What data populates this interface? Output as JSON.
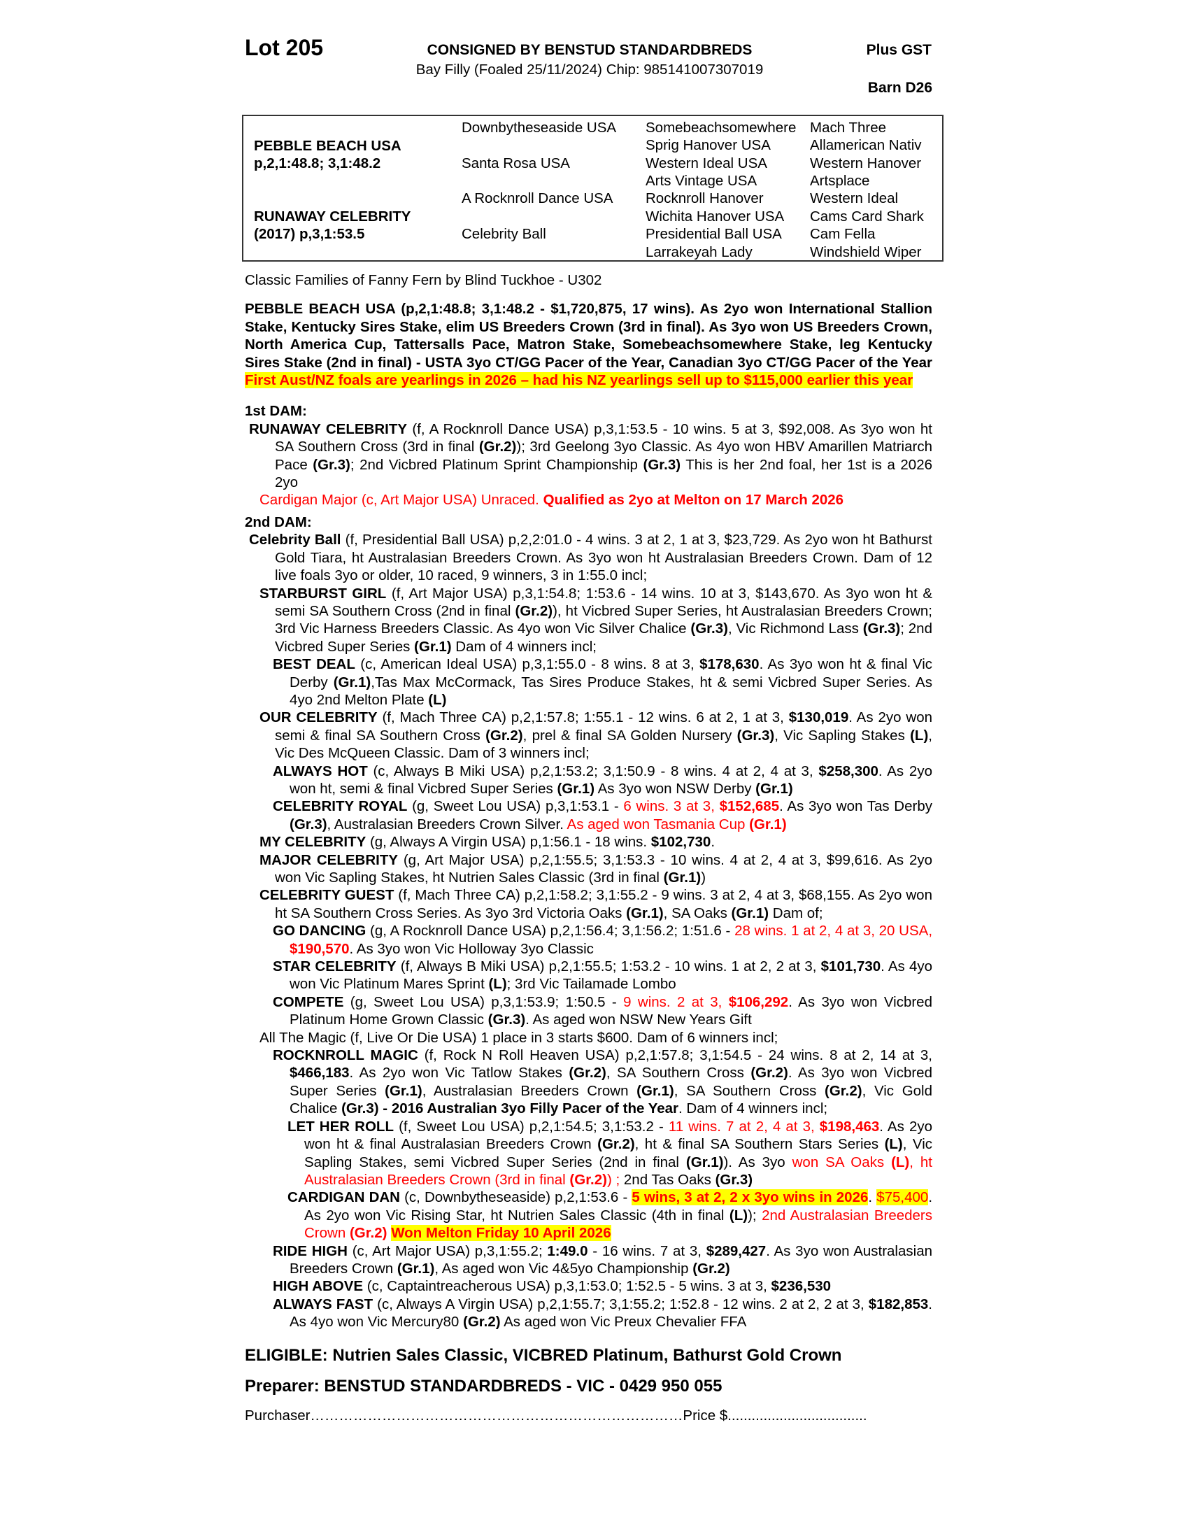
{
  "header": {
    "lot": "Lot 205",
    "consigned": "CONSIGNED BY BENSTUD STANDARDBREDS",
    "subtitle": "Bay Filly (Foaled 25/11/2024) Chip: 985141007307019",
    "gst": "Plus GST",
    "barn": "Barn D26"
  },
  "pedigree": {
    "sire": "PEBBLE BEACH USA",
    "sire_record": "p,2,1:48.8; 3,1:48.2",
    "dam": "RUNAWAY CELEBRITY",
    "dam_record": "(2017) p,3,1:53.5",
    "gen2": [
      "Downbytheseaside USA",
      "Santa Rosa USA",
      "A Rocknroll Dance USA",
      "Celebrity Ball"
    ],
    "gen3": [
      "Somebeachsomewhere",
      "Sprig Hanover USA",
      "Western Ideal USA",
      "Arts Vintage USA",
      "Rocknroll Hanover",
      "Wichita Hanover USA",
      "Presidential Ball USA",
      "Larrakeyah Lady"
    ],
    "gen4": [
      "Mach Three",
      "Allamerican Nativ",
      "Western Hanover",
      "Artsplace",
      "Western Ideal",
      "Cams Card Shark",
      "Cam Fella",
      "Windshield Wiper"
    ]
  },
  "family": "Classic Families of Fanny Fern by Blind Tuckhoe - U302",
  "sire_para": [
    {
      "t": "PEBBLE BEACH USA (p,2,1:48.8; 3,1:48.2 - $1,720,875, 17 wins). As 2yo won International Stallion Stake, Kentucky Sires Stake, elim US Breeders Crown (3rd in final). As 3yo won US Breeders Crown, North America Cup, Tattersalls Pace, Matron Stake, Somebeachsomewhere Stake, leg Kentucky Sires Stake (2nd in final) - USTA 3yo CT/GG Pacer of the Year, Canadian 3yo CT/GG Pacer of the Year ",
      "s": "b"
    },
    {
      "t": "First Aust/NZ foals are yearlings in 2026 – had his NZ yearlings sell up to $115,000 earlier this year",
      "s": "brh"
    }
  ],
  "dam1_heading": "1st DAM:",
  "dam1": [
    {
      "lvl": "L0",
      "segs": [
        {
          "t": "RUNAWAY CELEBRITY",
          "s": "b"
        },
        {
          "t": " (f, A Rocknroll Dance USA) p,3,1:53.5 - 10 wins. 5 at 3, $92,008. As 3yo won ht SA Southern Cross (3rd in final ",
          "s": ""
        },
        {
          "t": "(Gr.2)",
          "s": "b"
        },
        {
          "t": "); 3rd Geelong 3yo Classic. As 4yo won HBV Amarillen Matriarch Pace ",
          "s": ""
        },
        {
          "t": "(Gr.3)",
          "s": "b"
        },
        {
          "t": "; 2nd Vicbred Platinum Sprint Championship ",
          "s": ""
        },
        {
          "t": "(Gr.3)",
          "s": "b"
        },
        {
          "t": " This is her 2nd foal, her 1st is a 2026 2yo",
          "s": ""
        }
      ]
    },
    {
      "lvl": "LR",
      "segs": [
        {
          "t": "Cardigan Major (c, Art Major USA) Unraced. ",
          "s": "r"
        },
        {
          "t": "Qualified as 2yo at Melton on 17 March 2026",
          "s": "br"
        }
      ]
    }
  ],
  "dam2_heading": "2nd DAM:",
  "dam2": [
    {
      "lvl": "L0",
      "segs": [
        {
          "t": "Celebrity Ball",
          "s": "b"
        },
        {
          "t": " (f, Presidential Ball USA) p,2,2:01.0 - 4 wins. 3 at 2, 1 at 3, $23,729. As 2yo won ht Bathurst Gold Tiara, ht Australasian Breeders Crown. As 3yo won ht Australasian Breeders Crown. Dam of 12 live foals 3yo or older, 10 raced, 9 winners, 3 in 1:55.0 incl;",
          "s": ""
        }
      ]
    },
    {
      "lvl": "L1",
      "segs": [
        {
          "t": "STARBURST GIRL",
          "s": "b"
        },
        {
          "t": " (f, Art Major USA) p,3,1:54.8; 1:53.6 - 14 wins. 10 at 3, $143,670. As 3yo won ht & semi SA Southern Cross (2nd in final ",
          "s": ""
        },
        {
          "t": "(Gr.2)",
          "s": "b"
        },
        {
          "t": "), ht Vicbred Super Series, ht Australasian Breeders Crown; 3rd Vic Harness Breeders Classic. As 4yo won Vic Silver Chalice ",
          "s": ""
        },
        {
          "t": "(Gr.3)",
          "s": "b"
        },
        {
          "t": ", Vic Richmond Lass ",
          "s": ""
        },
        {
          "t": "(Gr.3)",
          "s": "b"
        },
        {
          "t": "; 2nd Vicbred Super Series ",
          "s": ""
        },
        {
          "t": "(Gr.1)",
          "s": "b"
        },
        {
          "t": " Dam of 4 winners incl;",
          "s": ""
        }
      ]
    },
    {
      "lvl": "L2",
      "segs": [
        {
          "t": "BEST DEAL",
          "s": "b"
        },
        {
          "t": " (c, American Ideal USA) p,3,1:55.0 - 8 wins. 8 at 3, ",
          "s": ""
        },
        {
          "t": "$178,630",
          "s": "b"
        },
        {
          "t": ". As 3yo won ht & final Vic Derby ",
          "s": ""
        },
        {
          "t": "(Gr.1)",
          "s": "b"
        },
        {
          "t": ",Tas Max McCormack, Tas Sires Produce Stakes, ht & semi Vicbred Super Series. As 4yo 2nd Melton Plate ",
          "s": ""
        },
        {
          "t": "(L)",
          "s": "b"
        }
      ]
    },
    {
      "lvl": "L1",
      "segs": [
        {
          "t": "OUR CELEBRITY",
          "s": "b"
        },
        {
          "t": " (f, Mach Three CA) p,2,1:57.8; 1:55.1 - 12 wins. 6 at 2, 1 at 3, ",
          "s": ""
        },
        {
          "t": "$130,019",
          "s": "b"
        },
        {
          "t": ". As 2yo won semi & final SA Southern Cross ",
          "s": ""
        },
        {
          "t": "(Gr.2)",
          "s": "b"
        },
        {
          "t": ", prel & final SA Golden Nursery ",
          "s": ""
        },
        {
          "t": "(Gr.3)",
          "s": "b"
        },
        {
          "t": ", Vic Sapling Stakes ",
          "s": ""
        },
        {
          "t": "(L)",
          "s": "b"
        },
        {
          "t": ", Vic Des McQueen Classic. Dam of 3 winners incl;",
          "s": ""
        }
      ]
    },
    {
      "lvl": "L2",
      "segs": [
        {
          "t": "ALWAYS HOT",
          "s": "b"
        },
        {
          "t": " (c, Always B Miki USA) p,2,1:53.2; 3,1:50.9 - 8 wins. 4 at 2, 4 at 3, ",
          "s": ""
        },
        {
          "t": "$258,300",
          "s": "b"
        },
        {
          "t": ". As 2yo won ht, semi & final Vicbred Super Series ",
          "s": ""
        },
        {
          "t": "(Gr.1)",
          "s": "b"
        },
        {
          "t": " As 3yo won NSW Derby ",
          "s": ""
        },
        {
          "t": "(Gr.1)",
          "s": "b"
        }
      ]
    },
    {
      "lvl": "L2",
      "segs": [
        {
          "t": "CELEBRITY ROYAL",
          "s": "b"
        },
        {
          "t": " (g, Sweet Lou USA) p,3,1:53.1 - ",
          "s": ""
        },
        {
          "t": "6 wins. 3 at 3, ",
          "s": "r"
        },
        {
          "t": "$152,685",
          "s": "br"
        },
        {
          "t": ". As 3yo won Tas Derby ",
          "s": ""
        },
        {
          "t": "(Gr.3)",
          "s": "b"
        },
        {
          "t": ", Australasian Breeders Crown Silver. ",
          "s": ""
        },
        {
          "t": "As aged won Tasmania Cup ",
          "s": "r"
        },
        {
          "t": "(Gr.1)",
          "s": "br"
        }
      ]
    },
    {
      "lvl": "L1",
      "segs": [
        {
          "t": "MY CELEBRITY",
          "s": "b"
        },
        {
          "t": " (g, Always A Virgin USA) p,1:56.1 - 18 wins. ",
          "s": ""
        },
        {
          "t": "$102,730",
          "s": "b"
        },
        {
          "t": ".",
          "s": ""
        }
      ]
    },
    {
      "lvl": "L1",
      "segs": [
        {
          "t": "MAJOR CELEBRITY",
          "s": "b"
        },
        {
          "t": " (g, Art Major USA) p,2,1:55.5; 3,1:53.3 - 10 wins. 4 at 2, 4 at 3, $99,616. As 2yo won Vic Sapling Stakes, ht Nutrien Sales Classic (3rd in final ",
          "s": ""
        },
        {
          "t": "(Gr.1)",
          "s": "b"
        },
        {
          "t": ")",
          "s": ""
        }
      ]
    },
    {
      "lvl": "L1",
      "segs": [
        {
          "t": "CELEBRITY GUEST",
          "s": "b"
        },
        {
          "t": " (f, Mach Three CA) p,2,1:58.2; 3,1:55.2 - 9 wins. 3 at 2, 4 at 3, $68,155. As 2yo won ht SA Southern Cross Series. As 3yo 3rd Victoria Oaks ",
          "s": ""
        },
        {
          "t": "(Gr.1)",
          "s": "b"
        },
        {
          "t": ", SA Oaks ",
          "s": ""
        },
        {
          "t": "(Gr.1)",
          "s": "b"
        },
        {
          "t": " Dam of;",
          "s": ""
        }
      ]
    },
    {
      "lvl": "L2",
      "segs": [
        {
          "t": "GO DANCING",
          "s": "b"
        },
        {
          "t": " (g, A Rocknroll Dance USA) p,2,1:56.4; 3,1:56.2; 1:51.6 -  ",
          "s": ""
        },
        {
          "t": "28 wins. 1 at 2, 4 at 3, 20 USA, ",
          "s": "r"
        },
        {
          "t": "$190,570",
          "s": "br"
        },
        {
          "t": ". As 3yo won Vic Holloway 3yo Classic",
          "s": ""
        }
      ]
    },
    {
      "lvl": "L2",
      "segs": [
        {
          "t": "STAR CELEBRITY",
          "s": "b"
        },
        {
          "t": " (f, Always B Miki USA) p,2,1:55.5; 1:53.2 - 10 wins. 1 at 2, 2 at 3, ",
          "s": ""
        },
        {
          "t": "$101,730",
          "s": "b"
        },
        {
          "t": ". As 4yo won Vic Platinum Mares Sprint ",
          "s": ""
        },
        {
          "t": "(L)",
          "s": "b"
        },
        {
          "t": "; 3rd Vic Tailamade Lombo",
          "s": ""
        }
      ]
    },
    {
      "lvl": "L2",
      "segs": [
        {
          "t": "COMPETE",
          "s": "b"
        },
        {
          "t": " (g, Sweet Lou USA) p,3,1:53.9; 1:50.5 - ",
          "s": ""
        },
        {
          "t": "9 wins. 2 at 3, ",
          "s": "r"
        },
        {
          "t": "$106,292",
          "s": "br"
        },
        {
          "t": ". As 3yo won Vicbred Platinum Home Grown Classic ",
          "s": ""
        },
        {
          "t": "(Gr.3)",
          "s": "b"
        },
        {
          "t": ". As aged won NSW New Years Gift",
          "s": ""
        }
      ]
    },
    {
      "lvl": "L1",
      "segs": [
        {
          "t": "All The Magic (f, Live Or Die USA) 1 place in 3 starts $600. Dam of 6 winners incl;",
          "s": ""
        }
      ]
    },
    {
      "lvl": "L2",
      "segs": [
        {
          "t": "ROCKNROLL MAGIC",
          "s": "b"
        },
        {
          "t": " (f, Rock N Roll Heaven USA) p,2,1:57.8; 3,1:54.5 - 24 wins. 8 at 2, 14 at 3, ",
          "s": ""
        },
        {
          "t": "$466,183",
          "s": "b"
        },
        {
          "t": ". As 2yo won Vic Tatlow Stakes ",
          "s": ""
        },
        {
          "t": "(Gr.2)",
          "s": "b"
        },
        {
          "t": ", SA Southern Cross ",
          "s": ""
        },
        {
          "t": "(Gr.2)",
          "s": "b"
        },
        {
          "t": ". As 3yo won Vicbred Super Series ",
          "s": ""
        },
        {
          "t": "(Gr.1)",
          "s": "b"
        },
        {
          "t": ", Australasian Breeders Crown ",
          "s": ""
        },
        {
          "t": "(Gr.1)",
          "s": "b"
        },
        {
          "t": ", SA Southern Cross ",
          "s": ""
        },
        {
          "t": "(Gr.2)",
          "s": "b"
        },
        {
          "t": ", Vic Gold Chalice ",
          "s": ""
        },
        {
          "t": "(Gr.3) - 2016 Australian 3yo Filly Pacer of the Year",
          "s": "b"
        },
        {
          "t": ". Dam of 4 winners incl;",
          "s": ""
        }
      ]
    },
    {
      "lvl": "L3",
      "segs": [
        {
          "t": "LET HER ROLL",
          "s": "b"
        },
        {
          "t": " (f, Sweet Lou USA) p,2,1:54.5; 3,1:53.2 - ",
          "s": ""
        },
        {
          "t": "11 wins. 7 at 2, 4 at 3, ",
          "s": "r"
        },
        {
          "t": "$198,463",
          "s": "br"
        },
        {
          "t": ". As 2yo won ht & final Australasian Breeders Crown ",
          "s": ""
        },
        {
          "t": "(Gr.2)",
          "s": "b"
        },
        {
          "t": ", ht & final SA Southern Stars Series ",
          "s": ""
        },
        {
          "t": "(L)",
          "s": "b"
        },
        {
          "t": ", Vic Sapling Stakes, semi Vicbred Super Series (2nd in final ",
          "s": ""
        },
        {
          "t": "(Gr.1)",
          "s": "b"
        },
        {
          "t": "). As 3yo ",
          "s": ""
        },
        {
          "t": "won SA Oaks ",
          "s": "r"
        },
        {
          "t": "(L)",
          "s": "br"
        },
        {
          "t": ", ht Australasian Breeders Crown (3rd in final ",
          "s": "r"
        },
        {
          "t": "(Gr.2)",
          "s": "br"
        },
        {
          "t": ") ; ",
          "s": "r"
        },
        {
          "t": "2nd Tas Oaks ",
          "s": ""
        },
        {
          "t": "(Gr.3)",
          "s": "b"
        }
      ]
    },
    {
      "lvl": "L3",
      "segs": [
        {
          "t": "CARDIGAN DAN",
          "s": "b"
        },
        {
          "t": " (c, Downbytheseaside) p,2,1:53.6 - ",
          "s": ""
        },
        {
          "t": "5 wins, 3 at 2, 2 x 3yo wins in 2026",
          "s": "brh"
        },
        {
          "t": ". ",
          "s": ""
        },
        {
          "t": "$75,400",
          "s": "rh"
        },
        {
          "t": ". As 2yo won Vic Rising Star, ht Nutrien Sales Classic (4th in final ",
          "s": ""
        },
        {
          "t": "(L)",
          "s": "b"
        },
        {
          "t": "); ",
          "s": ""
        },
        {
          "t": "2nd Australasian Breeders Crown ",
          "s": "r"
        },
        {
          "t": "(Gr.2)",
          "s": "br"
        },
        {
          "t": " ",
          "s": ""
        },
        {
          "t": "Won Melton Friday 10 April 2026",
          "s": "brh"
        }
      ]
    },
    {
      "lvl": "L2",
      "segs": [
        {
          "t": "RIDE HIGH",
          "s": "b"
        },
        {
          "t": " (c, Art Major USA) p,3,1:55.2; ",
          "s": ""
        },
        {
          "t": "1:49.0",
          "s": "b"
        },
        {
          "t": " - 16 wins. 7 at 3, ",
          "s": ""
        },
        {
          "t": "$289,427",
          "s": "b"
        },
        {
          "t": ". As 3yo won Australasian Breeders Crown ",
          "s": ""
        },
        {
          "t": "(Gr.1)",
          "s": "b"
        },
        {
          "t": ", As aged won Vic 4&5yo Championship ",
          "s": ""
        },
        {
          "t": "(Gr.2)",
          "s": "b"
        }
      ]
    },
    {
      "lvl": "L2",
      "segs": [
        {
          "t": "HIGH ABOVE",
          "s": "b"
        },
        {
          "t": " (c, Captaintreacherous USA) p,3,1:53.0; 1:52.5 - 5 wins. 3 at 3, ",
          "s": ""
        },
        {
          "t": "$236,530",
          "s": "b"
        }
      ]
    },
    {
      "lvl": "L2",
      "segs": [
        {
          "t": "ALWAYS FAST",
          "s": "b"
        },
        {
          "t": " (c, Always A Virgin USA) p,2,1:55.7; 3,1:55.2; 1:52.8 - 12 wins. 2 at 2, 2 at 3, ",
          "s": ""
        },
        {
          "t": "$182,853",
          "s": "b"
        },
        {
          "t": ". As 4yo won Vic Mercury80 ",
          "s": ""
        },
        {
          "t": "(Gr.2)",
          "s": "b"
        },
        {
          "t": " As aged won Vic Preux Chevalier FFA",
          "s": ""
        }
      ]
    }
  ],
  "eligible": "ELIGIBLE: Nutrien Sales Classic, VICBRED Platinum, Bathurst Gold Crown",
  "preparer": "Preparer: BENSTUD STANDARDBREDS - VIC - 0429 950 055",
  "purchaser": "Purchaser……………………………………………………………………Price $...................................",
  "colors": {
    "highlight": "#ffff00",
    "accent_red": "#ff0000"
  }
}
